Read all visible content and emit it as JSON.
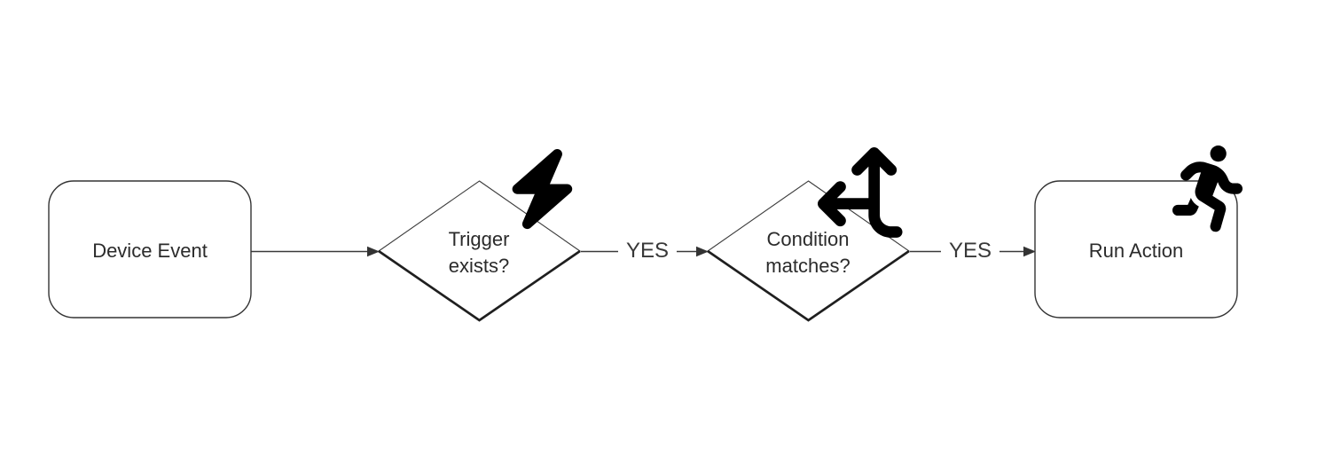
{
  "diagram": {
    "type": "flowchart",
    "orientation": "left-to-right",
    "colors": {
      "background": "#ffffff",
      "shape_stroke": "#333333",
      "text": "#2b2b2b",
      "icon": "#000000",
      "edge_label_background": "#ffffff"
    },
    "nodes": [
      {
        "id": "device-event",
        "shape": "rounded-rectangle",
        "label": "Device Event"
      },
      {
        "id": "trigger-exists",
        "shape": "diamond",
        "label": "Trigger\nexists?",
        "icon": "lightning-bolt-icon"
      },
      {
        "id": "condition-matches",
        "shape": "diamond",
        "label": "Condition\nmatches?",
        "icon": "split-arrows-icon"
      },
      {
        "id": "run-action",
        "shape": "rounded-rectangle",
        "label": "Run Action",
        "icon": "person-running-icon"
      }
    ],
    "edges": [
      {
        "from": "device-event",
        "to": "trigger-exists",
        "label": ""
      },
      {
        "from": "trigger-exists",
        "to": "condition-matches",
        "label": "YES"
      },
      {
        "from": "condition-matches",
        "to": "run-action",
        "label": "YES"
      }
    ]
  }
}
